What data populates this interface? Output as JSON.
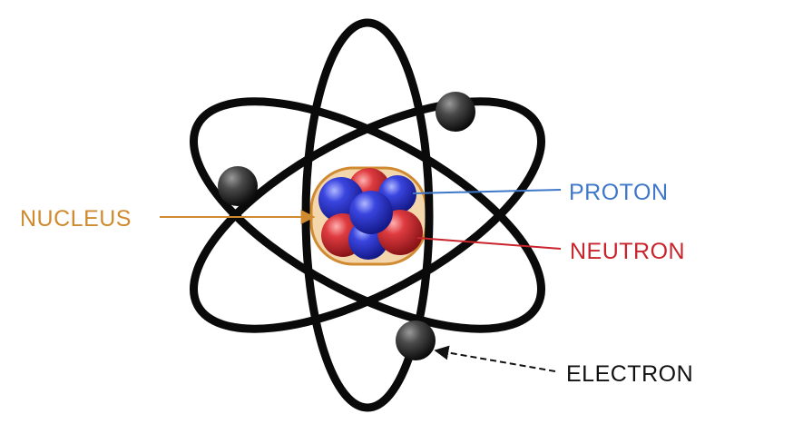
{
  "labels": {
    "nucleus": "NUCLEUS",
    "proton": "PROTON",
    "neutron": "NEUTRON",
    "electron": "ELECTRON"
  },
  "colors": {
    "nucleus": "#d08a30",
    "proton": "#3f78c8",
    "neutron": "#c9242c",
    "electron": "#111111",
    "orbit": "#0a0a0a",
    "proton_particle": "#2f38d8",
    "neutron_particle": "#d8333a",
    "nucleus_fill": "#f4d6ad"
  },
  "icons": {
    "electron": "gray-sphere",
    "proton": "blue-sphere",
    "neutron": "red-sphere"
  }
}
